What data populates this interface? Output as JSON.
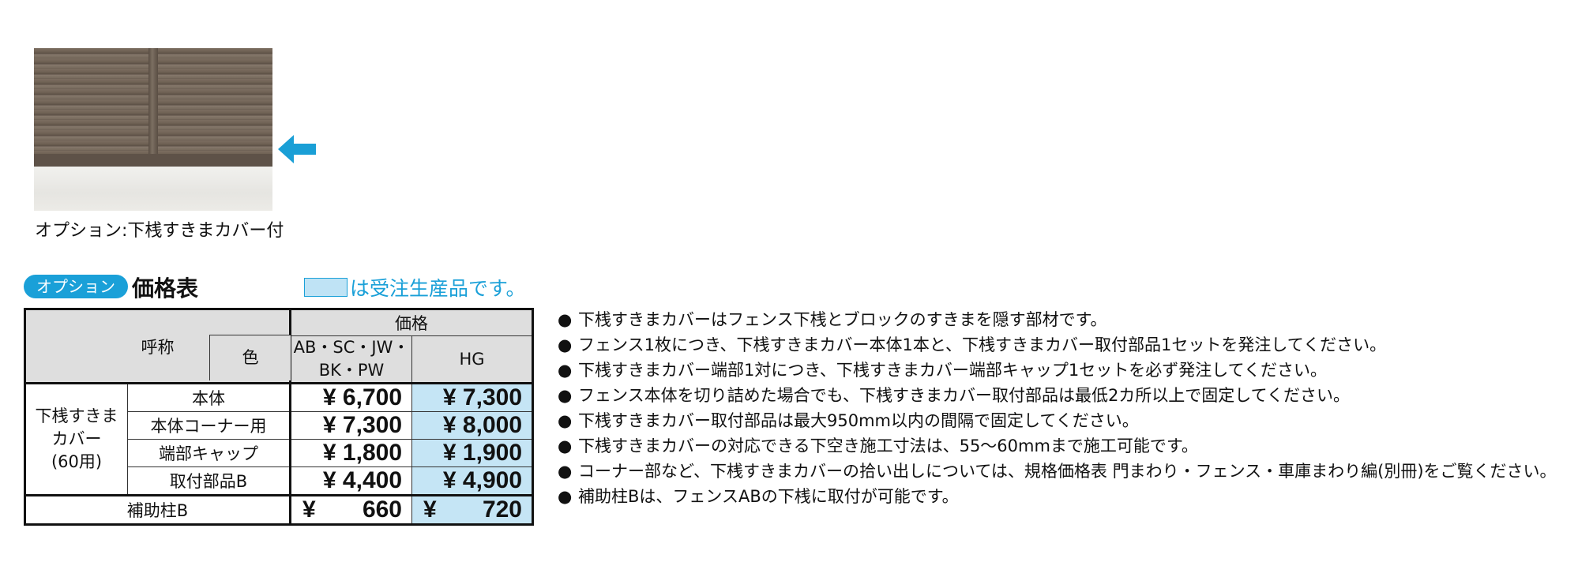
{
  "photo": {
    "caption": "オプション:下桟すきまカバー付",
    "arrow_color": "#1a9fd6"
  },
  "heading": {
    "badge": "オプション",
    "title": "価格表",
    "legend_text": "は受注生産品です。",
    "legend_color": "#bfe3f5"
  },
  "table": {
    "header_name": "呼称",
    "header_price": "価格",
    "header_color": "色",
    "header_col1": "AB・SC・JW・BK・PW",
    "header_col2": "HG",
    "group_label": "下桟すきまカバー(60用)",
    "group_label_line1": "下桟すきま",
    "group_label_line2": "カバー",
    "group_label_line3": "(60用)",
    "rows": [
      {
        "name": "本体",
        "price_std": "¥ 6,700",
        "price_hg": "¥ 7,300"
      },
      {
        "name": "本体コーナー用",
        "price_std": "¥ 7,300",
        "price_hg": "¥ 8,000"
      },
      {
        "name": "端部キャップ",
        "price_std": "¥ 1,800",
        "price_hg": "¥ 1,900"
      },
      {
        "name": "取付部品B",
        "price_std": "¥ 4,400",
        "price_hg": "¥ 4,900"
      }
    ],
    "extra_row": {
      "name": "補助柱B",
      "price_std_yen": "¥",
      "price_std_value": "660",
      "price_hg_yen": "¥",
      "price_hg_value": "720"
    }
  },
  "notes": [
    "下桟すきまカバーはフェンス下桟とブロックのすきまを隠す部材です。",
    "フェンス1枚につき、下桟すきまカバー本体1本と、下桟すきまカバー取付部品1セットを発注してください。",
    "下桟すきまカバー端部1対につき、下桟すきまカバー端部キャップ1セットを必ず発注してください。",
    "フェンス本体を切り詰めた場合でも、下桟すきまカバー取付部品は最低2カ所以上で固定してください。",
    "下桟すきまカバー取付部品は最大950mm以内の間隔で固定してください。",
    "下桟すきまカバーの対応できる下空き施工寸法は、55〜60mmまで施工可能です。",
    "コーナー部など、下桟すきまカバーの拾い出しについては、規格価格表 門まわり・フェンス・車庫まわり編(別冊)をご覧ください。",
    "補助柱Bは、フェンスABの下桟に取付が可能です。"
  ]
}
